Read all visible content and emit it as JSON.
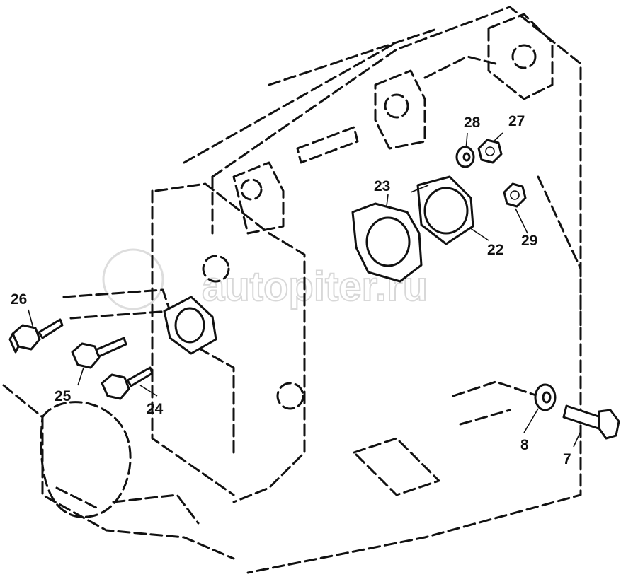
{
  "diagram": {
    "title": "Engine block front cover parts",
    "watermark": "autopiter.ru",
    "callouts": {
      "p7": "7",
      "p8": "8",
      "p22": "22",
      "p23": "23",
      "p24": "24",
      "p25": "25",
      "p26": "26",
      "p27": "27",
      "p28": "28",
      "p29": "29"
    }
  }
}
